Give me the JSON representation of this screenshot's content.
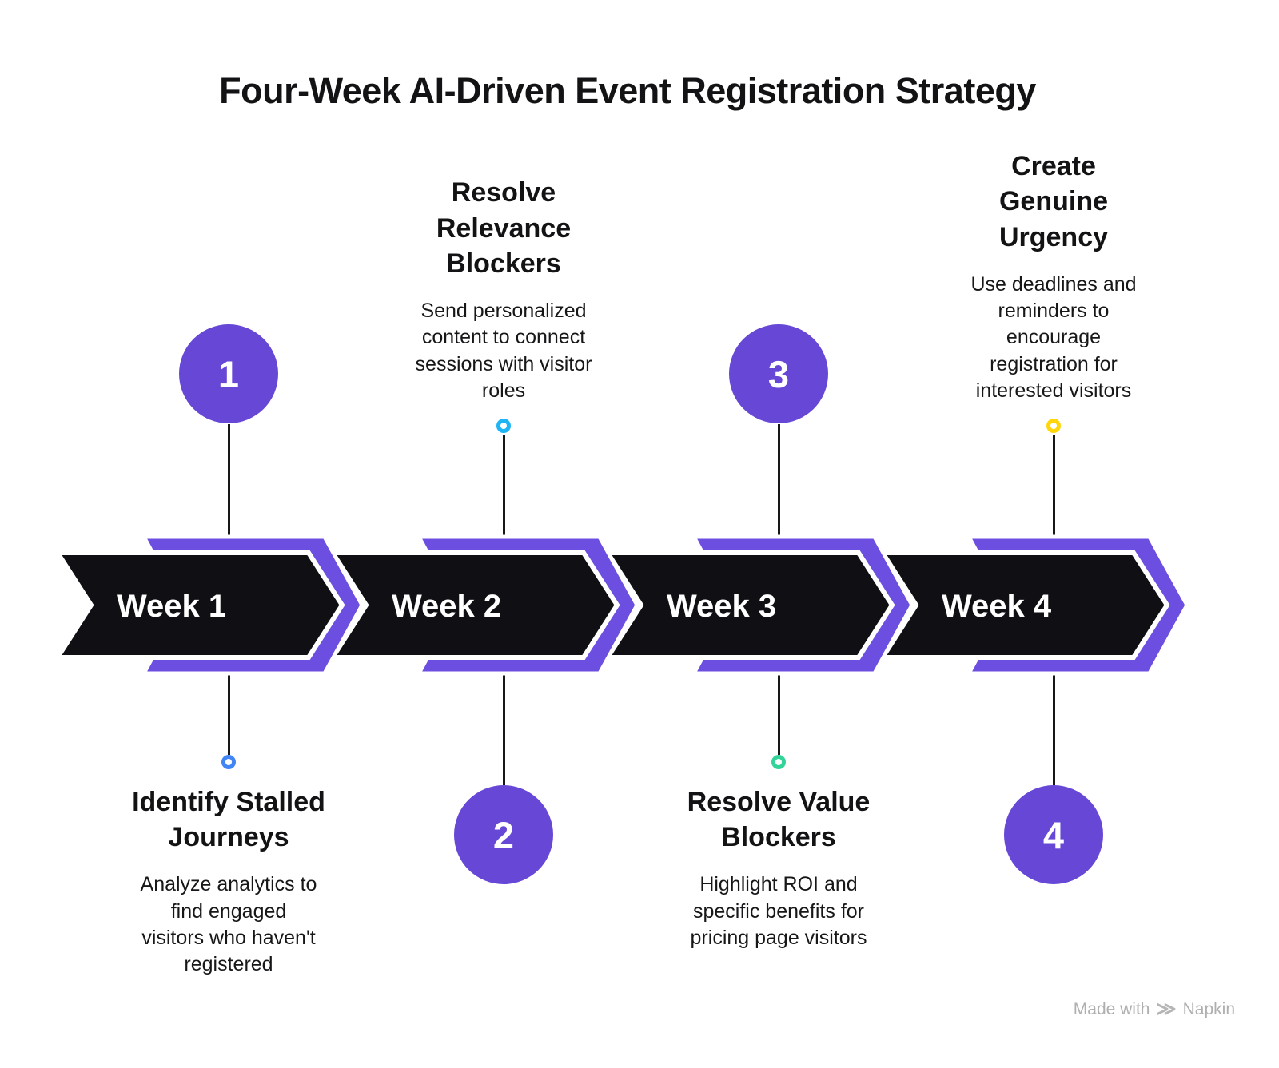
{
  "title": "Four-Week AI-Driven Event Registration Strategy",
  "colors": {
    "arrow_purple": "#6C4FE0",
    "arrow_black": "#101014",
    "circle_purple": "#6747D6",
    "dot_week1": "#4285F4",
    "dot_week2": "#1FB5F5",
    "dot_week3": "#34D399",
    "dot_week4": "#FFD60A"
  },
  "weeks": [
    {
      "label": "Week 1",
      "number": "1",
      "dot_color": "#4285F4",
      "heading": "Identify Stalled\nJourneys",
      "body": "Analyze analytics to\nfind engaged\nvisitors who haven't\nregistered",
      "text_position": "below"
    },
    {
      "label": "Week 2",
      "number": "2",
      "dot_color": "#1FB5F5",
      "heading": "Resolve\nRelevance\nBlockers",
      "body": "Send personalized\ncontent to connect\nsessions with visitor\nroles",
      "text_position": "above"
    },
    {
      "label": "Week 3",
      "number": "3",
      "dot_color": "#34D399",
      "heading": "Resolve Value\nBlockers",
      "body": "Highlight ROI and\nspecific benefits for\npricing page visitors",
      "text_position": "below"
    },
    {
      "label": "Week 4",
      "number": "4",
      "dot_color": "#FFD60A",
      "heading": "Create\nGenuine\nUrgency",
      "body": "Use deadlines and\nreminders to\nencourage\nregistration for\ninterested visitors",
      "text_position": "above"
    }
  ],
  "footer": {
    "made_with": "Made with",
    "brand": "Napkin",
    "logo_glyph": "≫"
  }
}
